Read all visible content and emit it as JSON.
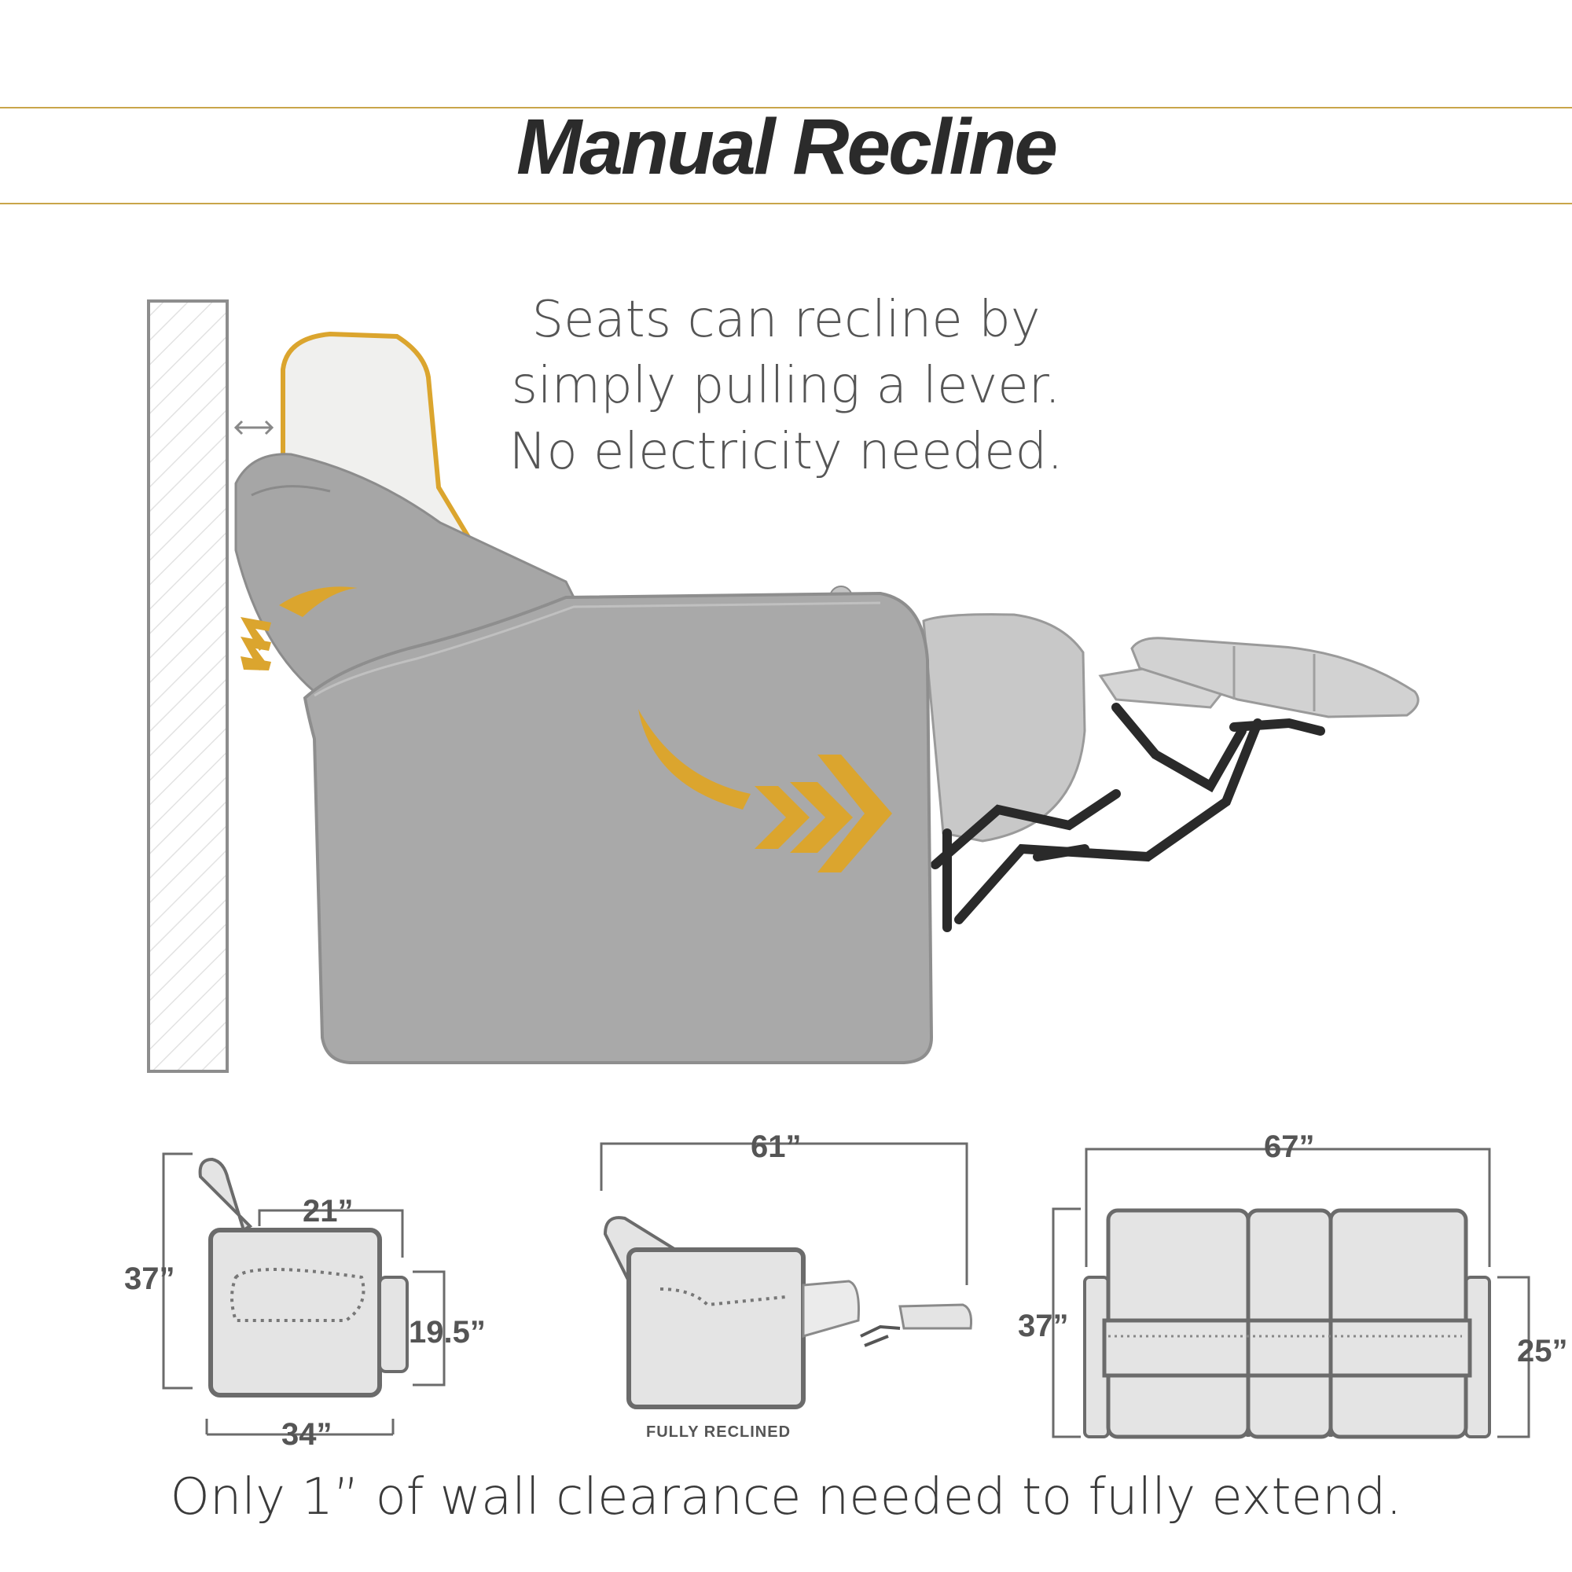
{
  "title": "Manual Recline",
  "description": [
    "Seats can recline by",
    "simply pulling a lever.",
    "No electricity needed."
  ],
  "footer": "Only 1” of wall clearance needed to fully extend.",
  "colors": {
    "accent": "#dba52e",
    "rule": "#c9a54a",
    "chair": "#a9a9a9",
    "chair_light": "#cfcfcf",
    "diagram_fill": "#e4e4e4",
    "diagram_stroke": "#6b6b6b"
  },
  "dimensions": {
    "side": {
      "height": "37”",
      "seat_depth": "21”",
      "arm_height": "19.5”",
      "depth": "34”"
    },
    "reclined": {
      "length": "61”",
      "caption": "FULLY RECLINED"
    },
    "front": {
      "width": "67”",
      "height": "37”",
      "arm_height": "25”"
    }
  },
  "icons": [
    "wall-icon",
    "clearance-arrow-icon",
    "recline-arrow-icon",
    "extend-arrow-icon"
  ]
}
